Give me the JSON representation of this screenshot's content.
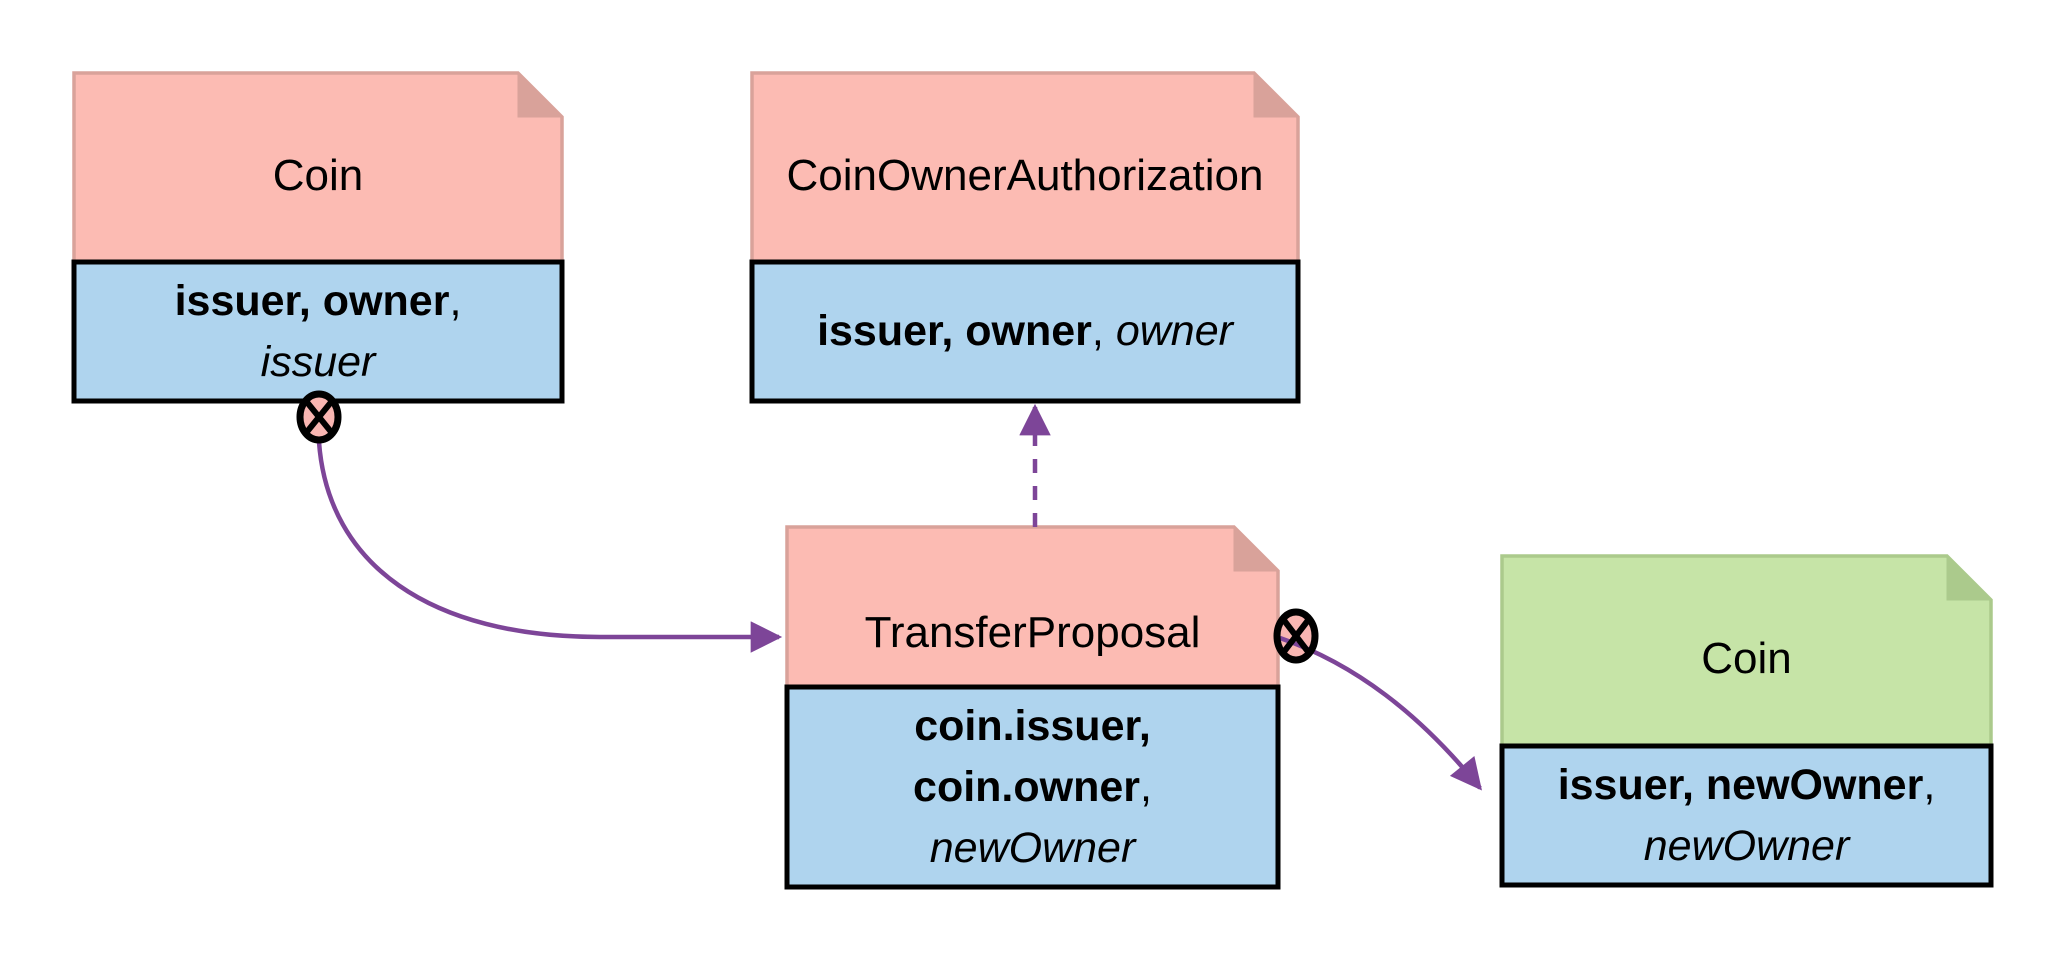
{
  "colors": {
    "template_header": "#fcbbb3",
    "template_border": "#d9a29a",
    "contract_header": "#c6e4a7",
    "contract_border": "#abca8c",
    "party_body": "#afd4ee",
    "arrow": "#7d4598",
    "archive_fill": "#f9b6b2"
  },
  "icons": {
    "archive": "circled-x"
  },
  "nodes": [
    {
      "id": "coin-original",
      "title": "Coin",
      "body": {
        "bold": "issuer, owner",
        "sep": ",",
        "italic": "issuer"
      }
    },
    {
      "id": "coin-owner-authorization",
      "title": "CoinOwnerAuthorization",
      "body": {
        "bold": "issuer, owner",
        "sep": ", ",
        "italic": "owner"
      }
    },
    {
      "id": "transfer-proposal",
      "title": "TransferProposal",
      "body": {
        "bold1": "coin.issuer,",
        "bold2": "coin.owner",
        "sep": ",",
        "italic": "newOwner"
      }
    },
    {
      "id": "coin-new",
      "title": "Coin",
      "body": {
        "bold": "issuer, newOwner",
        "sep": ",",
        "italic": "newOwner"
      }
    }
  ],
  "edges": [
    {
      "from": "coin-original",
      "to": "transfer-proposal",
      "style": "solid",
      "archive_marker": true
    },
    {
      "from": "transfer-proposal",
      "to": "coin-owner-authorization",
      "style": "dashed",
      "archive_marker": false
    },
    {
      "from": "transfer-proposal",
      "to": "coin-new",
      "style": "solid",
      "archive_marker": true
    }
  ]
}
